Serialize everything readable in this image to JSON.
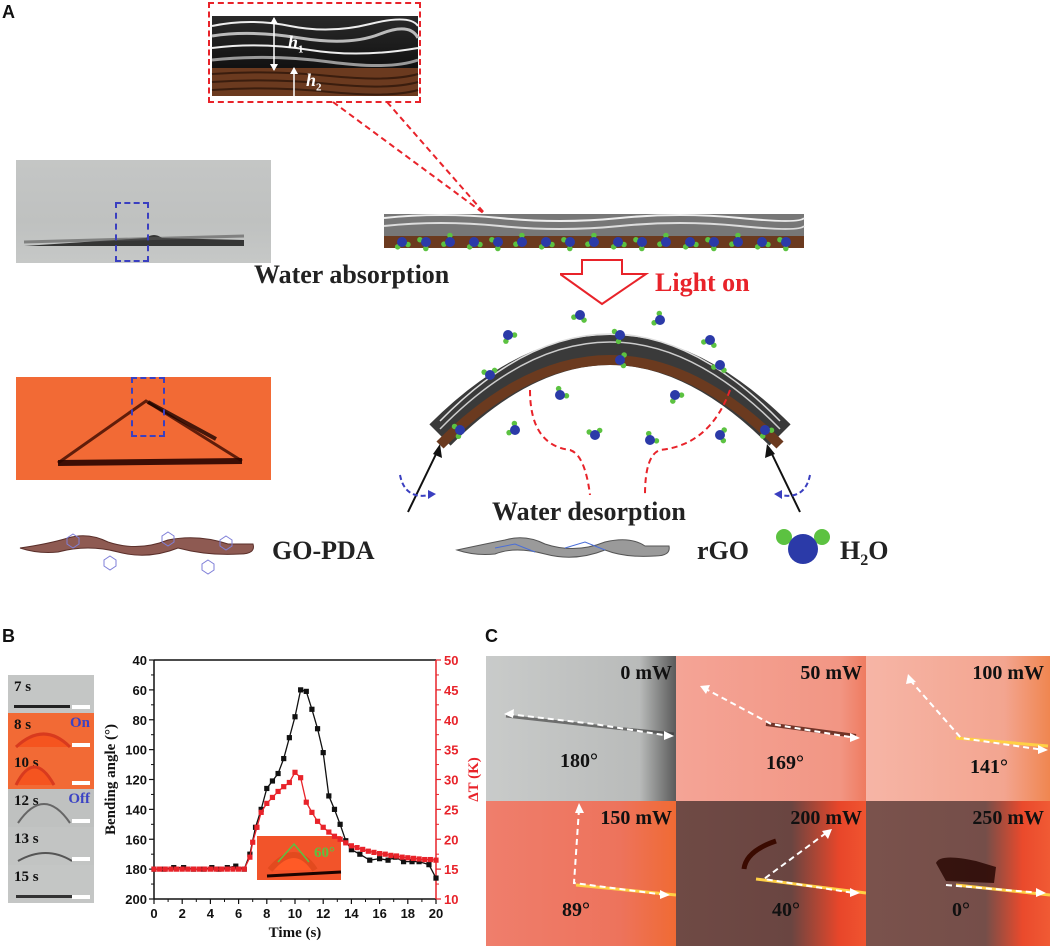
{
  "panel_a": {
    "letter": "A",
    "zoom_inset": {
      "h1_label": "h",
      "h1_sub": "1",
      "h2_label": "h",
      "h2_sub": "2"
    },
    "labels": {
      "water_absorption": "Water absorption",
      "light_on": "Light on",
      "water_desorption": "Water desorption"
    },
    "legend": {
      "go_pda": "GO-PDA",
      "rgo": "rGO",
      "h2o_main": "H",
      "h2o_sub": "2",
      "h2o_tail": "O"
    },
    "colors": {
      "red_dash": "#e8232a",
      "blue_dash": "#3a3fc0",
      "water_oxygen": "#2b3aa8",
      "water_hydrogen": "#5cc241",
      "go_layer": "#6b3a1f",
      "orange_photo": "#f26a35"
    }
  },
  "panel_b": {
    "letter": "B",
    "strips": [
      {
        "time": "7 s",
        "state": "",
        "tone": "gray"
      },
      {
        "time": "8 s",
        "state": "On",
        "tone": "orange"
      },
      {
        "time": "10 s",
        "state": "",
        "tone": "orange"
      },
      {
        "time": "12 s",
        "state": "Off",
        "tone": "gray"
      },
      {
        "time": "13 s",
        "state": "",
        "tone": "gray"
      },
      {
        "time": "15 s",
        "state": "",
        "tone": "gray"
      }
    ],
    "inset_angle": "60°"
  },
  "chart_data": {
    "type": "line",
    "title": "",
    "xlabel": "Time (s)",
    "ylabel": "Bending angle (°)",
    "y2label": "ΔT (K)",
    "xlim": [
      0,
      20
    ],
    "ylim": [
      40,
      200
    ],
    "y_inverted": true,
    "y2lim": [
      10,
      50
    ],
    "x_ticks": [
      0,
      2,
      4,
      6,
      8,
      10,
      12,
      14,
      16,
      18,
      20
    ],
    "y_ticks": [
      40,
      60,
      80,
      100,
      120,
      140,
      160,
      180,
      200
    ],
    "y2_ticks": [
      10,
      15,
      20,
      25,
      30,
      35,
      40,
      45,
      50
    ],
    "grid": false,
    "series": [
      {
        "name": "Bending angle",
        "axis": "left",
        "color": "#111111",
        "marker": "square",
        "x": [
          0,
          0.7,
          1.4,
          2.1,
          2.8,
          3.5,
          4.1,
          4.6,
          5.2,
          5.8,
          6.4,
          6.8,
          7.2,
          7.6,
          8.0,
          8.4,
          8.8,
          9.2,
          9.6,
          10.0,
          10.4,
          10.8,
          11.2,
          11.6,
          12.0,
          12.4,
          12.8,
          13.2,
          13.6,
          14.0,
          14.6,
          15.3,
          16.0,
          16.6,
          17.1,
          17.7,
          18.3,
          18.8,
          19.5,
          20.0
        ],
        "y": [
          180,
          180,
          179,
          179,
          180,
          180,
          179,
          180,
          179,
          178,
          180,
          170,
          152,
          140,
          126,
          121,
          116,
          106,
          92,
          78,
          60,
          61,
          73,
          86,
          102,
          131,
          140,
          150,
          161,
          167,
          170,
          174,
          173,
          174,
          172,
          175,
          175,
          175,
          177,
          186
        ]
      },
      {
        "name": "ΔT",
        "axis": "right",
        "color": "#e8232a",
        "marker": "square",
        "x": [
          0,
          0.4,
          0.8,
          1.2,
          1.6,
          2.0,
          2.4,
          2.8,
          3.2,
          3.6,
          4.0,
          4.4,
          4.8,
          5.2,
          5.6,
          6.0,
          6.4,
          6.8,
          7.0,
          7.3,
          7.6,
          8.0,
          8.4,
          8.8,
          9.2,
          9.6,
          10.0,
          10.4,
          10.8,
          11.2,
          11.6,
          12.0,
          12.4,
          12.8,
          13.2,
          13.6,
          14.0,
          14.4,
          14.8,
          15.2,
          15.6,
          16.0,
          16.4,
          16.8,
          17.2,
          17.6,
          18.0,
          18.4,
          18.8,
          19.2,
          19.6,
          20.0
        ],
        "y": [
          15,
          15,
          15,
          15,
          15,
          15,
          15,
          15,
          15,
          15,
          15,
          15,
          15,
          15,
          15,
          15,
          15,
          17,
          19.5,
          22,
          24.5,
          26,
          27,
          28,
          28.8,
          29.5,
          31.2,
          30.3,
          26.2,
          24.5,
          23,
          22,
          21.2,
          20.5,
          20,
          19.4,
          18.9,
          18.6,
          18.3,
          18,
          17.8,
          17.6,
          17.5,
          17.3,
          17.2,
          17,
          16.9,
          16.8,
          16.7,
          16.6,
          16.6,
          16.5
        ]
      }
    ]
  },
  "panel_c": {
    "letter": "C",
    "tiles": [
      {
        "power": "0 mW",
        "angle": "180°"
      },
      {
        "power": "50 mW",
        "angle": "169°"
      },
      {
        "power": "100 mW",
        "angle": "141°"
      },
      {
        "power": "150 mW",
        "angle": "89°"
      },
      {
        "power": "200 mW",
        "angle": "40°"
      },
      {
        "power": "250 mW",
        "angle": "0°"
      }
    ]
  }
}
